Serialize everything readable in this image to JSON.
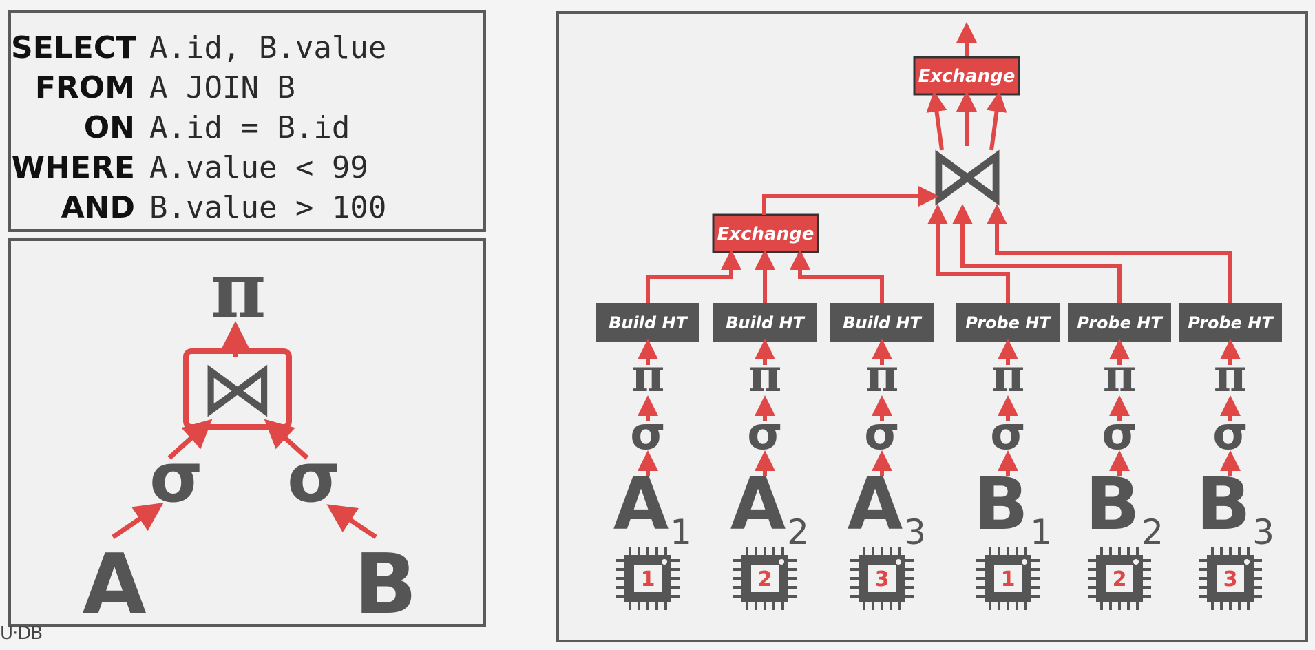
{
  "sql": {
    "lines": [
      {
        "keyword": "SELECT",
        "body": "A.id, B.value"
      },
      {
        "keyword": "FROM",
        "body": "A JOIN B"
      },
      {
        "keyword": "ON",
        "body": "A.id = B.id"
      },
      {
        "keyword": "WHERE",
        "body": "A.value < 99"
      },
      {
        "keyword": "AND",
        "body": "B.value > 100"
      }
    ]
  },
  "logical_plan": {
    "projection": "π",
    "join": "⋈",
    "select_left": "σ",
    "select_right": "σ",
    "table_left": "A",
    "table_right": "B"
  },
  "parallel_plan": {
    "top_exchange": "Exchange",
    "mid_exchange": "Exchange",
    "join": "⋈",
    "workers": [
      {
        "op": "Build HT",
        "proj": "π",
        "sel": "σ",
        "table": "A",
        "sub": "1",
        "core": "1"
      },
      {
        "op": "Build HT",
        "proj": "π",
        "sel": "σ",
        "table": "A",
        "sub": "2",
        "core": "2"
      },
      {
        "op": "Build HT",
        "proj": "π",
        "sel": "σ",
        "table": "A",
        "sub": "3",
        "core": "3"
      },
      {
        "op": "Probe HT",
        "proj": "π",
        "sel": "σ",
        "table": "B",
        "sub": "1",
        "core": "1"
      },
      {
        "op": "Probe HT",
        "proj": "π",
        "sel": "σ",
        "table": "B",
        "sub": "2",
        "core": "2"
      },
      {
        "op": "Probe HT",
        "proj": "π",
        "sel": "σ",
        "table": "B",
        "sub": "3",
        "core": "3"
      }
    ]
  },
  "footer": {
    "mark": "U·DB"
  },
  "colors": {
    "accent": "#e04848",
    "ink": "#555555",
    "panel": "#f1f1f1"
  }
}
